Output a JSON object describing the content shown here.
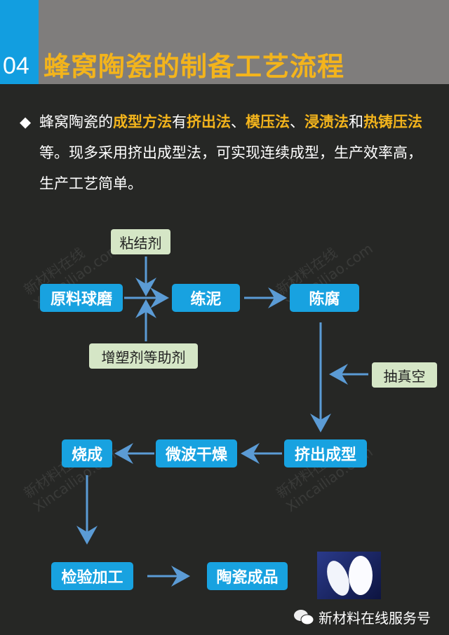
{
  "header": {
    "number": "04",
    "title": "蜂窝陶瓷的制备工艺流程"
  },
  "paragraph": {
    "segments": [
      {
        "t": "蜂窝陶瓷的",
        "h": false
      },
      {
        "t": "成型方法",
        "h": true
      },
      {
        "t": "有",
        "h": false
      },
      {
        "t": "挤出法",
        "h": true
      },
      {
        "t": "、",
        "h": false
      },
      {
        "t": "模压法",
        "h": true
      },
      {
        "t": "、",
        "h": false
      },
      {
        "t": "浸渍法",
        "h": true
      },
      {
        "t": "和",
        "h": false
      },
      {
        "t": "热铸压法",
        "h": true
      },
      {
        "t": "等。现多采用挤出成型法，可实现连续成型，生产效率高，生产工艺简单。",
        "h": false
      }
    ]
  },
  "flow": {
    "binder": "粘结剂",
    "raw_milling": "原料球磨",
    "pugging": "练泥",
    "aging": "陈腐",
    "plasticizer": "增塑剂等助剂",
    "vacuum": "抽真空",
    "extrusion": "挤出成型",
    "microwave_drying": "微波干燥",
    "firing": "烧成",
    "inspection": "检验加工",
    "product": "陶瓷成品"
  },
  "watermark": {
    "cn": "新材料在线",
    "en": "Xincailiao.com"
  },
  "footer": {
    "label": "新材料在线服务号"
  },
  "colors": {
    "accent_blue": "#18a2e0",
    "title_yellow": "#f3b41c",
    "green_box": "#d5e6c6",
    "arrow": "#5b9bd5"
  }
}
